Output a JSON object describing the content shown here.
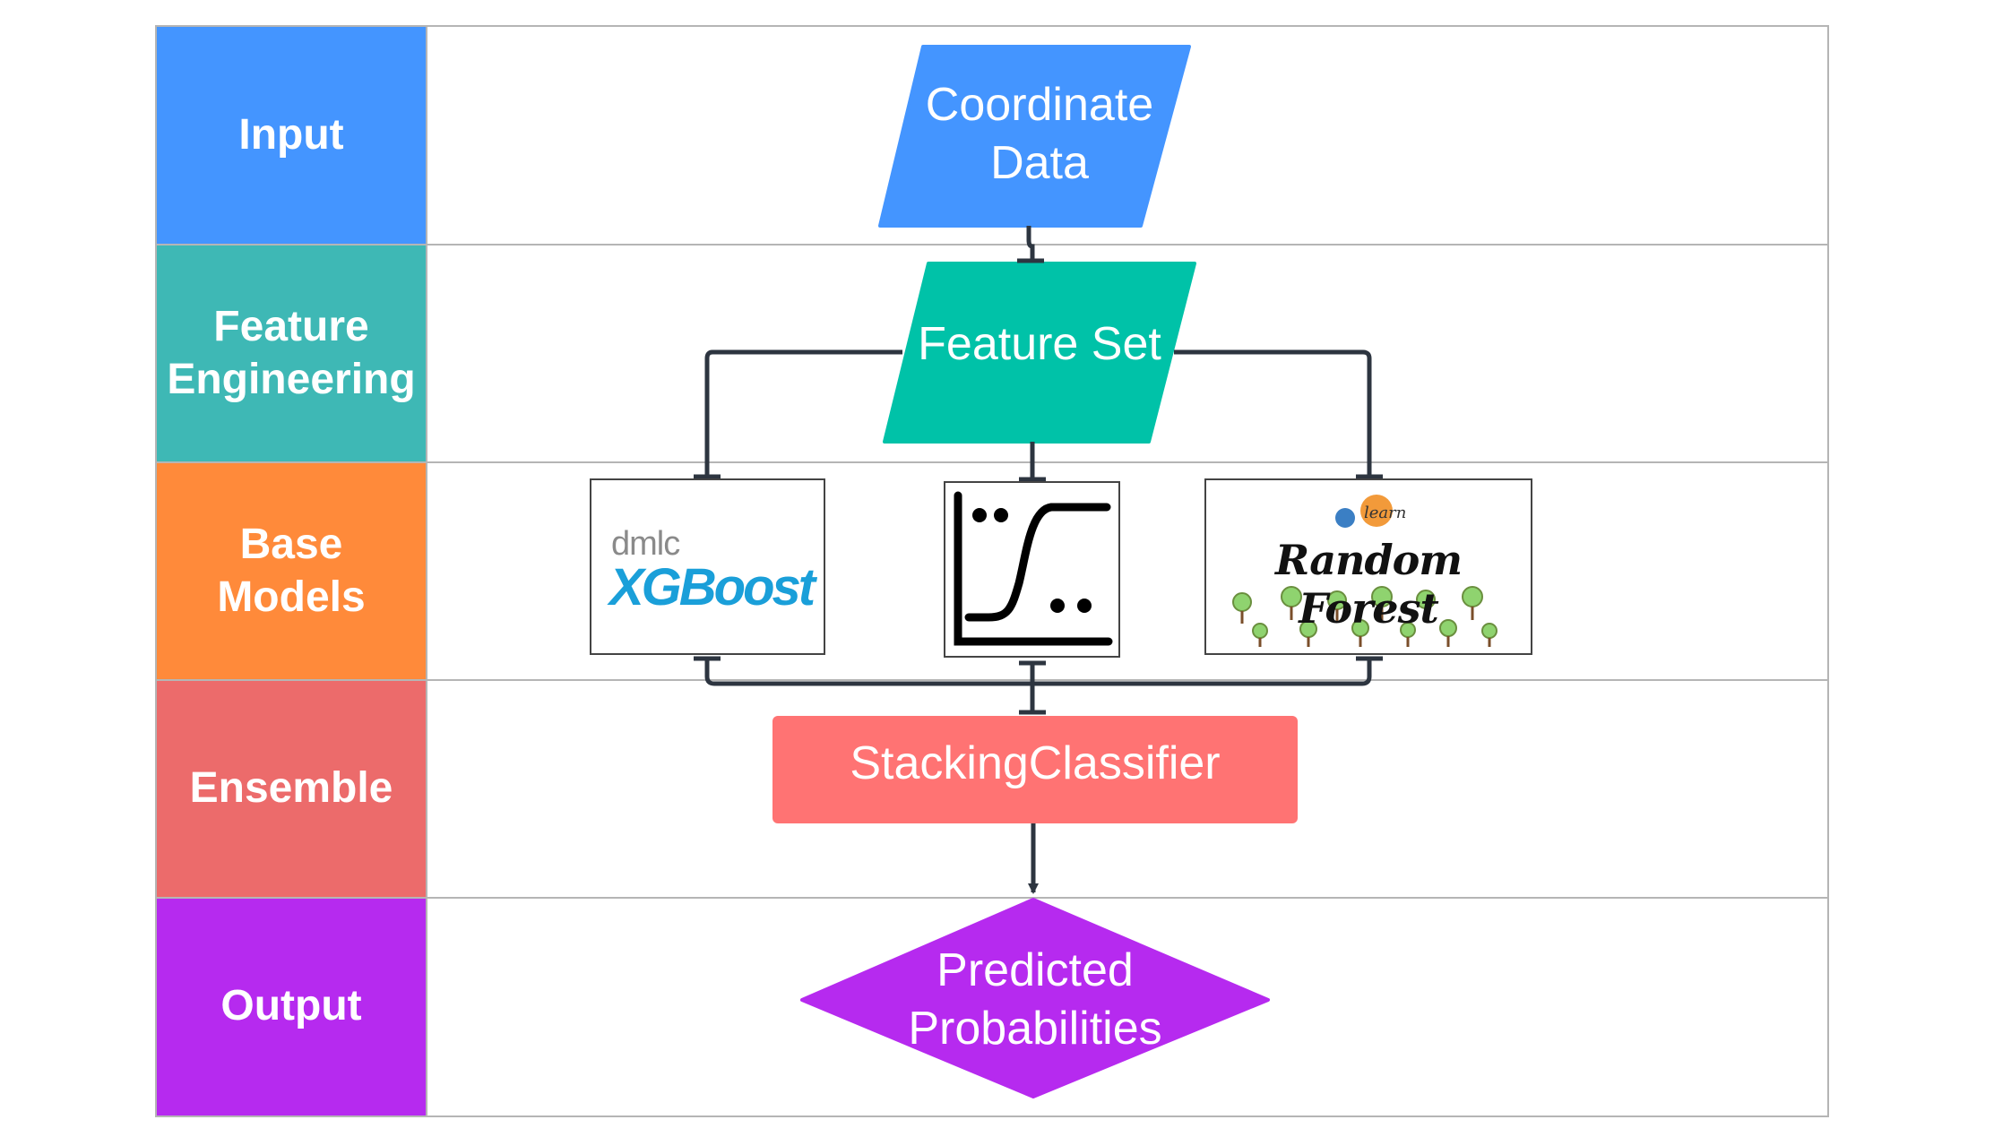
{
  "lanes": [
    {
      "label": "Input",
      "color": "#4495ff"
    },
    {
      "label": "Feature Engineering",
      "color": "#3eb8b5"
    },
    {
      "label": "Base Models",
      "color": "#ff8a3a"
    },
    {
      "label": "Ensemble",
      "color": "#ec6b6b"
    },
    {
      "label": "Output",
      "color": "#b62aef"
    }
  ],
  "nodes": {
    "input": {
      "label": "Coordinate Data",
      "color": "#4495ff"
    },
    "features": {
      "label": "Feature Set",
      "color": "#00c2a8"
    },
    "ensemble": {
      "label": "StackingClassifier",
      "color": "#ff7373"
    },
    "output": {
      "label": "Predicted Probabilities",
      "color": "#b62aef"
    }
  },
  "base_models": {
    "xgboost": {
      "brand_small": "dmlc",
      "brand_large": "XGBoost",
      "color": "#1a9fd9",
      "icon": "xgboost-logo"
    },
    "logistic": {
      "icon": "logistic-regression-curve-icon"
    },
    "random_forest": {
      "brand_small": "learn",
      "brand_large": "Random Forest",
      "icon": "random-forest-logo"
    }
  },
  "connector_color": "#2d3540"
}
